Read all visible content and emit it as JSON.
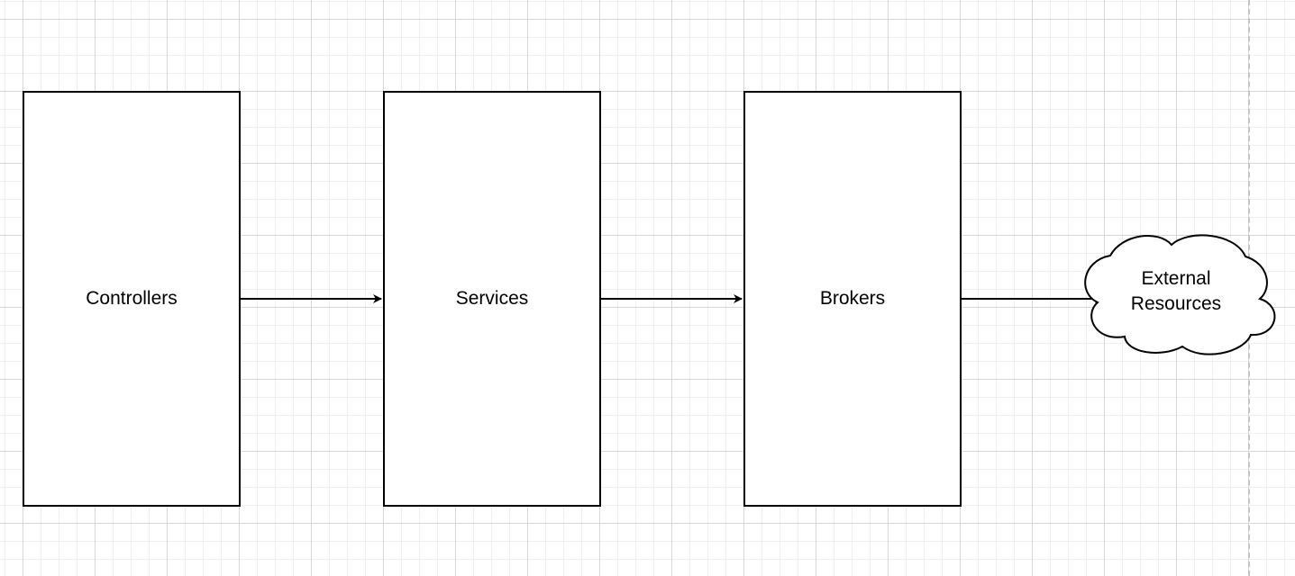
{
  "diagram": {
    "nodes": [
      {
        "id": "controllers",
        "label": "Controllers",
        "shape": "rectangle"
      },
      {
        "id": "services",
        "label": "Services",
        "shape": "rectangle"
      },
      {
        "id": "brokers",
        "label": "Brokers",
        "shape": "rectangle"
      },
      {
        "id": "external",
        "label_lines": [
          "External",
          "Resources"
        ],
        "shape": "cloud"
      }
    ],
    "edges": [
      {
        "from": "controllers",
        "to": "services"
      },
      {
        "from": "services",
        "to": "brokers"
      },
      {
        "from": "brokers",
        "to": "external"
      }
    ]
  },
  "colors": {
    "stroke": "#000000",
    "fill": "#ffffff",
    "grid_major": "#d6d6d6",
    "grid_minor": "#efefef",
    "page_break": "#c4c4c4"
  }
}
